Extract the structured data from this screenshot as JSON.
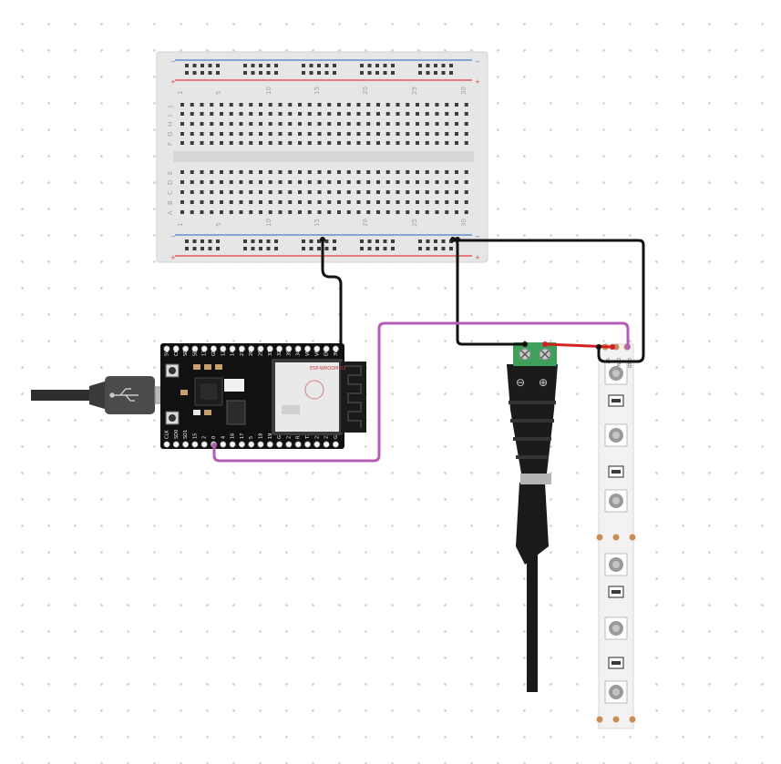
{
  "breadboard": {
    "column_numbers": [
      "1",
      "5",
      "10",
      "15",
      "20",
      "25",
      "30"
    ],
    "rows_top": [
      "J",
      "I",
      "H",
      "G",
      "F"
    ],
    "rows_bottom": [
      "E",
      "D",
      "C",
      "B",
      "A"
    ],
    "rail_minus": "−",
    "rail_plus": "+"
  },
  "esp32": {
    "top_pins": [
      "3V3",
      "EN",
      "VP",
      "VN",
      "34",
      "35",
      "32",
      "33",
      "25",
      "26",
      "27",
      "14",
      "12",
      "GND",
      "13",
      "SD2",
      "SD3",
      "CMD",
      "5V"
    ],
    "bottom_pins": [
      "GND",
      "23",
      "22",
      "TX",
      "RX",
      "21",
      "GND",
      "19",
      "18",
      "5",
      "17",
      "16",
      "4",
      "0",
      "2",
      "15",
      "SD1",
      "SD0",
      "CLK"
    ],
    "module_brand": "ESP-WROOM-32"
  },
  "dc_jack": {
    "minus_symbol": "⊖",
    "plus_symbol": "⊕"
  },
  "led_strip": {
    "pad_labels": [
      "5V",
      "DIN",
      "GND"
    ]
  },
  "colors": {
    "wire_ground": "#111111",
    "wire_power": "#d32020",
    "wire_data": "#b55db5",
    "terminal_block": "#3ea05a",
    "breadboard": "#e6e6e6",
    "rail_blue": "#4a7dcf",
    "rail_red": "#e04040"
  }
}
